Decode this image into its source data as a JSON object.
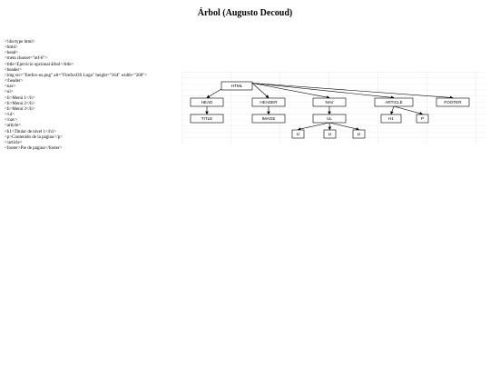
{
  "title": "Árbol (Augusto Decoud)",
  "code_lines": [
    "<!doctype html>",
    "<html>",
    "<head>",
    "<meta charset=\"utf-8\">",
    "<title>Ejercicio opcional árbol</title>",
    "<header>",
    "<img src=\"firefox-os.png\" alt=\"FirefoxOS Logo\" height=\"164\" width=\"200\">",
    "</header>",
    "<nav>",
    "<ul>",
    "<li>Menú 1</li>",
    "<li>Menú 2</li>",
    "<li>Menú 3</li>",
    "</ul>",
    "</nav>",
    "<article>",
    "<h1>Titular de nivel 1</h1>",
    "<p>Contenido de la página</p>",
    "</article>",
    "<footer>Pie de página</footer>"
  ],
  "tree": {
    "nodes": {
      "html": "HTML",
      "head": "HEAD",
      "header": "HEADER",
      "nav": "NAV",
      "article": "ARTICLE",
      "footer": "FOOTER",
      "title": "TITLE",
      "image": "IMAGE",
      "ul": "UL",
      "li1": "LI",
      "li2": "LI",
      "li3": "LI",
      "h1": "H1",
      "p": "P"
    },
    "edges": [
      [
        "html",
        "head"
      ],
      [
        "html",
        "header"
      ],
      [
        "html",
        "nav"
      ],
      [
        "html",
        "article"
      ],
      [
        "html",
        "footer"
      ],
      [
        "head",
        "title"
      ],
      [
        "header",
        "image"
      ],
      [
        "nav",
        "ul"
      ],
      [
        "ul",
        "li1"
      ],
      [
        "ul",
        "li2"
      ],
      [
        "ul",
        "li3"
      ],
      [
        "article",
        "h1"
      ],
      [
        "article",
        "p"
      ]
    ]
  }
}
